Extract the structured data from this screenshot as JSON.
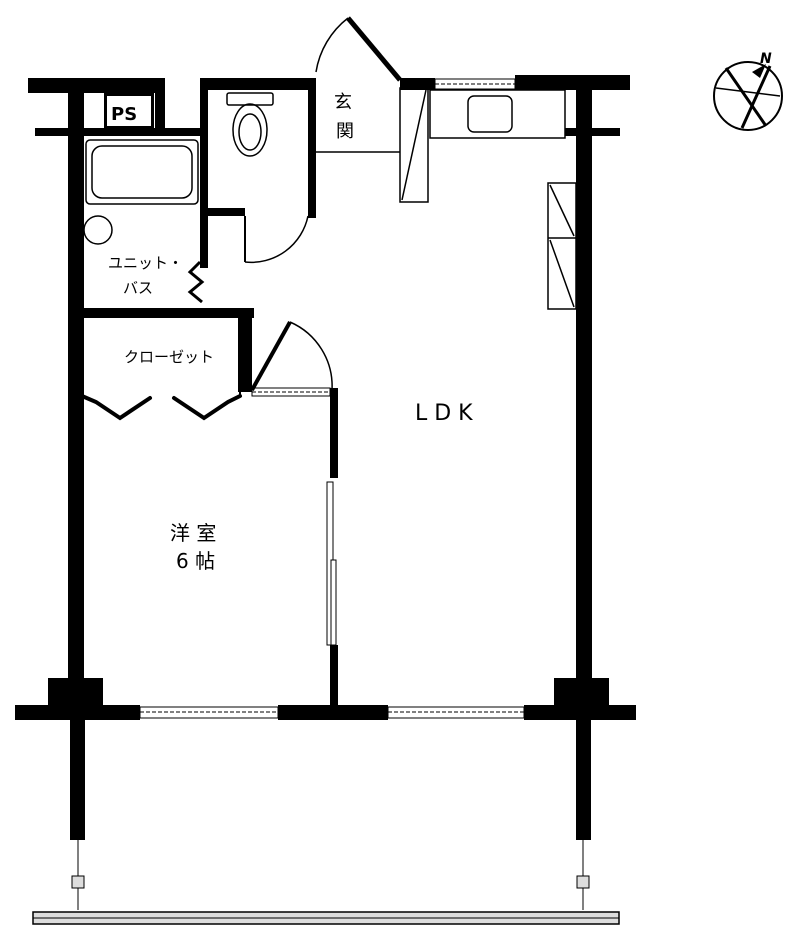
{
  "labels": {
    "ps": "PS",
    "genkan_1": "玄",
    "genkan_2": "関",
    "unit_bath_1": "ユニット・",
    "unit_bath_2": "バス",
    "closet": "クローゼット",
    "ldk": "L D K",
    "youshitsu": "洋 室",
    "youshitsu_size": "6 帖",
    "north": "N"
  },
  "colors": {
    "wall": "#000000",
    "fixture": "#000000",
    "background": "#ffffff",
    "window_fill": "#ffffff",
    "ps_fill": "#000000",
    "ps_text": "#ffffff"
  }
}
